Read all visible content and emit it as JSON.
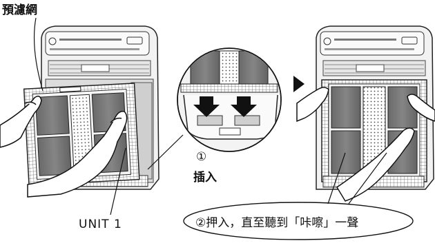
{
  "labels": {
    "prefilter": "預濾網",
    "unit": "UNIT 1",
    "step1_number": "①",
    "step1_text": "插入",
    "step2": "②押入，直至聽到「咔嚓」一聲"
  }
}
